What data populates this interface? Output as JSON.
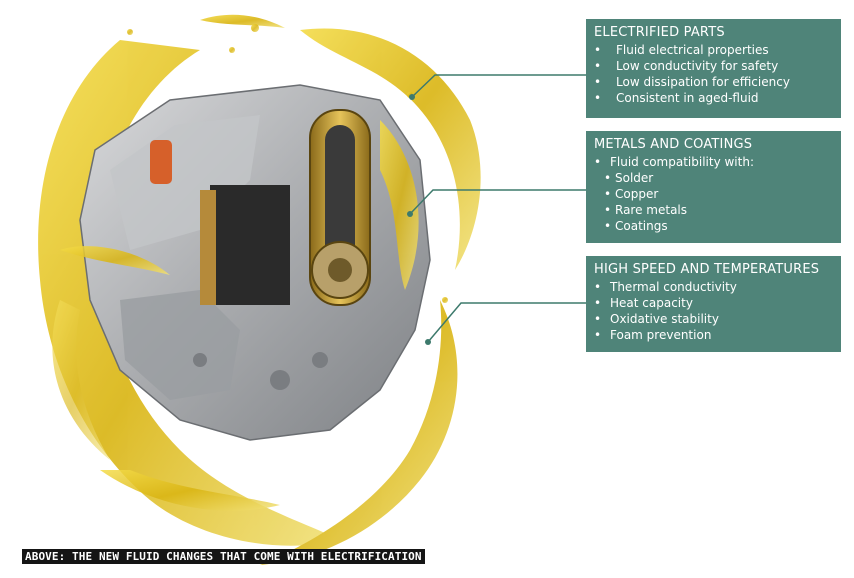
{
  "callouts": {
    "electrified": {
      "title": "ELECTRIFIED PARTS",
      "items": [
        "Fluid electrical properties",
        "Low conductivity for safety",
        "Low dissipation for efficiency",
        "Consistent in aged-fluid"
      ]
    },
    "metals": {
      "title": "METALS AND COATINGS",
      "items": [
        "Fluid compatibility with:",
        "Solder",
        "Copper",
        "Rare metals",
        "Coatings"
      ]
    },
    "speed": {
      "title": "HIGH SPEED AND TEMPERATURES",
      "items": [
        "Thermal conductivity",
        "Heat capacity",
        "Oxidative stability",
        "Foam prevention"
      ]
    }
  },
  "caption": "ABOVE: THE NEW FLUID CHANGES THAT COME WITH ELECTRIFICATION",
  "colors": {
    "callout_bg": "#4f8479",
    "oil": "#e3c21a",
    "leader": "#3d7a6c"
  }
}
